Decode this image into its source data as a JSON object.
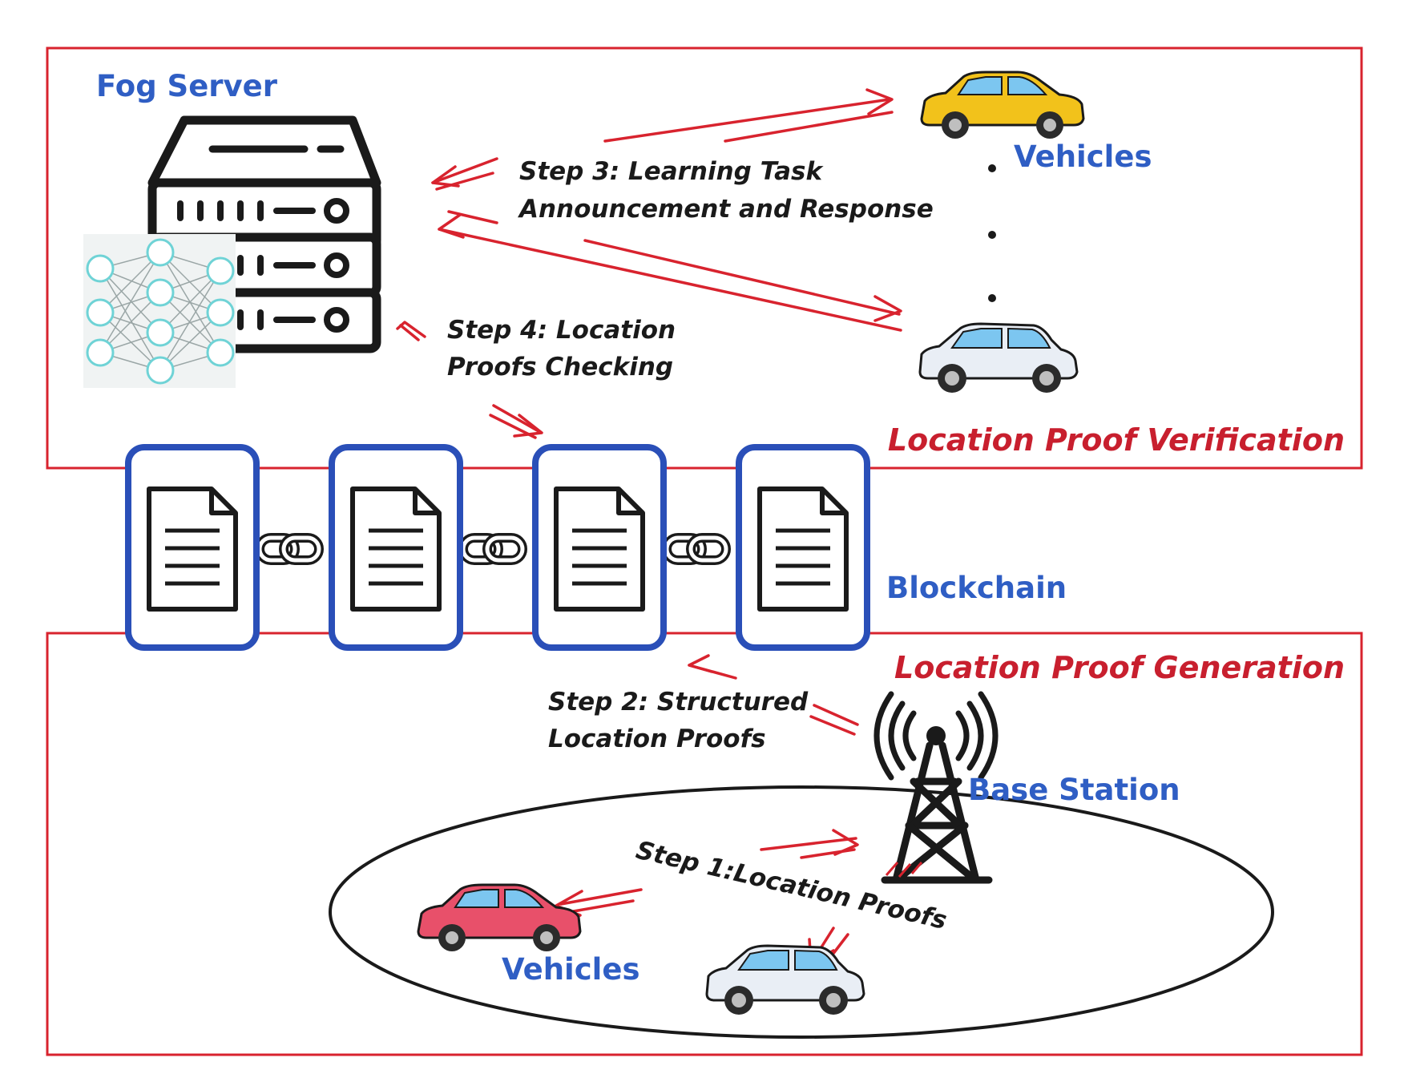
{
  "labels": {
    "fog_server": "Fog Server",
    "vehicles_top": "Vehicles",
    "step3_line1": "Step 3: Learning Task",
    "step3_line2": "Announcement and Response",
    "step4_line1": "Step 4: Location",
    "step4_line2": "Proofs Checking",
    "verification_region": "Location Proof Verification",
    "blockchain": "Blockchain",
    "generation_region": "Location Proof Generation",
    "step2_line1": "Step 2: Structured",
    "step2_line2": "Location Proofs",
    "base_station": "Base Station",
    "step1": "Step 1:Location Proofs",
    "vehicles_bottom": "Vehicles"
  },
  "colors": {
    "region_border": "#d8232e",
    "label_blue": "#2f5ec4",
    "label_red": "#c81f2e",
    "block_border": "#2a4fb8",
    "arrow": "#d8232e",
    "neural_net": "#6fd3d6",
    "car_yellow": "#f2c21b",
    "car_red": "#e8506a",
    "car_white": "#e9eef5"
  },
  "icons": [
    "server-icon",
    "neural-network-icon",
    "car-icon",
    "document-icon",
    "chain-link-icon",
    "antenna-tower-icon"
  ]
}
